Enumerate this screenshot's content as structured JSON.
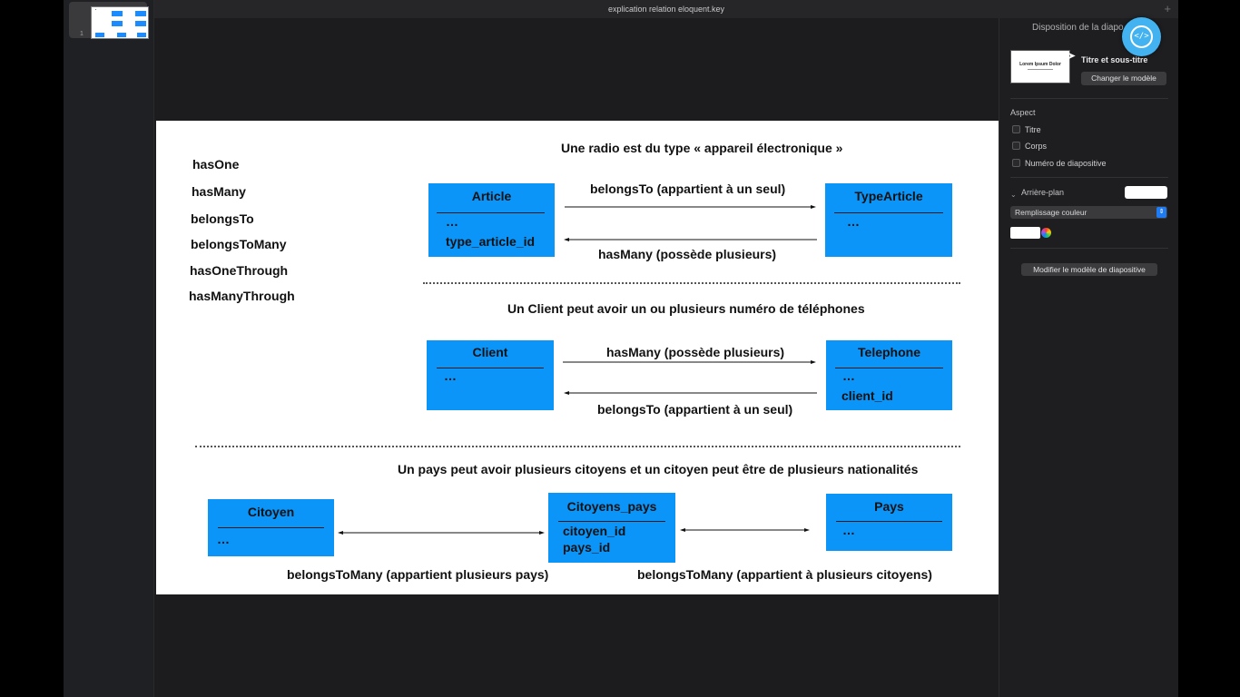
{
  "window": {
    "title": "explication relation eloquent.key",
    "new_tab": "+"
  },
  "navigator": {
    "slide_number": "1"
  },
  "slide": {
    "relations": [
      "hasOne",
      "hasMany",
      "belongsTo",
      "belongsToMany",
      "hasOneThrough",
      "hasManyThrough"
    ],
    "section1": {
      "heading": "Une radio est du type « appareil électronique »",
      "box_a": {
        "title": "Article",
        "fields": [
          "…",
          "type_article_id"
        ]
      },
      "box_b": {
        "title": "TypeArticle",
        "fields": [
          "…"
        ]
      },
      "label_top": "belongsTo (appartient à un seul)",
      "label_bottom": "hasMany (possède plusieurs)"
    },
    "section2": {
      "heading": "Un Client peut avoir un ou plusieurs numéro de téléphones",
      "box_a": {
        "title": "Client",
        "fields": [
          "…"
        ]
      },
      "box_b": {
        "title": "Telephone",
        "fields": [
          "…",
          "client_id"
        ]
      },
      "label_top": "hasMany (possède plusieurs)",
      "label_bottom": "belongsTo (appartient à un seul)"
    },
    "section3": {
      "heading": "Un pays peut avoir plusieurs citoyens et un citoyen peut être de plusieurs nationalités",
      "box_a": {
        "title": "Citoyen",
        "fields": [
          "…"
        ]
      },
      "box_b": {
        "title": "Citoyens_pays",
        "fields": [
          "citoyen_id",
          "pays_id"
        ]
      },
      "box_c": {
        "title": "Pays",
        "fields": [
          "…"
        ]
      },
      "label_left": "belongsToMany (appartient plusieurs pays)",
      "label_right": "belongsToMany (appartient à plusieurs citoyens)"
    },
    "box_color": "#0b95f8"
  },
  "inspector": {
    "title": "Disposition de la diapo",
    "layout_thumb_text": "Lorem Ipsum Dolor",
    "layout_name": "Titre et sous-titre",
    "change_button": "Changer le modèle",
    "appearance_label": "Aspect",
    "checkboxes": [
      "Titre",
      "Corps",
      "Numéro de diapositive"
    ],
    "background_label": "Arrière-plan",
    "fill_select": "Remplissage couleur",
    "modify_button": "Modifier le modèle de diapositive"
  },
  "overlay": {
    "icon": "code-icon",
    "glyph": "</>"
  }
}
